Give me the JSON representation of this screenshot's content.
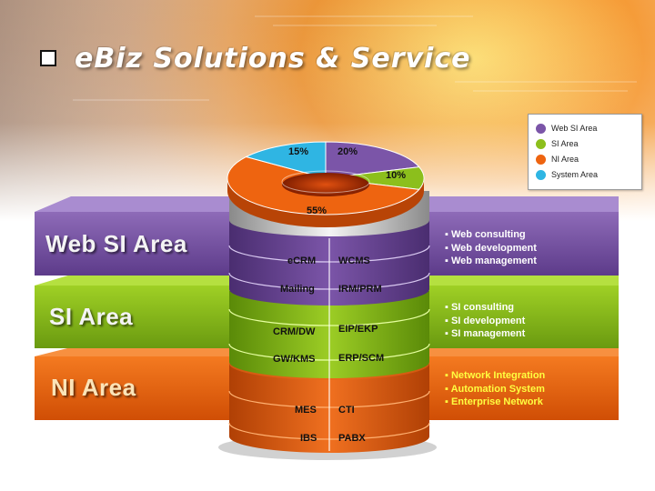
{
  "title": "eBiz Solutions & Service",
  "legend": [
    {
      "label": "Web SI Area",
      "color": "#7b55a8"
    },
    {
      "label": "SI Area",
      "color": "#8cbf1c"
    },
    {
      "label": "NI Area",
      "color": "#ee6410"
    },
    {
      "label": "System Area",
      "color": "#2fb5e3"
    }
  ],
  "chart_data": {
    "type": "pie",
    "categories": [
      "Web SI Area",
      "SI Area",
      "NI Area",
      "System Area"
    ],
    "values": [
      20,
      10,
      55,
      15
    ],
    "labels": [
      "20%",
      "10%",
      "55%",
      "15%"
    ]
  },
  "bands": [
    {
      "title": "Web SI Area",
      "color": "#7b55a8",
      "bullets": [
        "Web consulting",
        "Web development",
        "Web management"
      ],
      "left_items": [
        "eCRM",
        "Mailing"
      ],
      "right_items": [
        "WCMS",
        "IRM/PRM"
      ]
    },
    {
      "title": "SI Area",
      "color": "#8cbf1c",
      "bullets": [
        "SI consulting",
        "SI development",
        "SI management"
      ],
      "left_items": [
        "CRM/DW",
        "GW/KMS"
      ],
      "right_items": [
        "EIP/EKP",
        "ERP/SCM"
      ]
    },
    {
      "title": "NI Area",
      "color": "#ee6410",
      "bullets": [
        "Network Integration",
        "Automation System",
        "Enterprise Network"
      ],
      "left_items": [
        "MES",
        "IBS"
      ],
      "right_items": [
        "CTI",
        "PABX"
      ]
    }
  ]
}
